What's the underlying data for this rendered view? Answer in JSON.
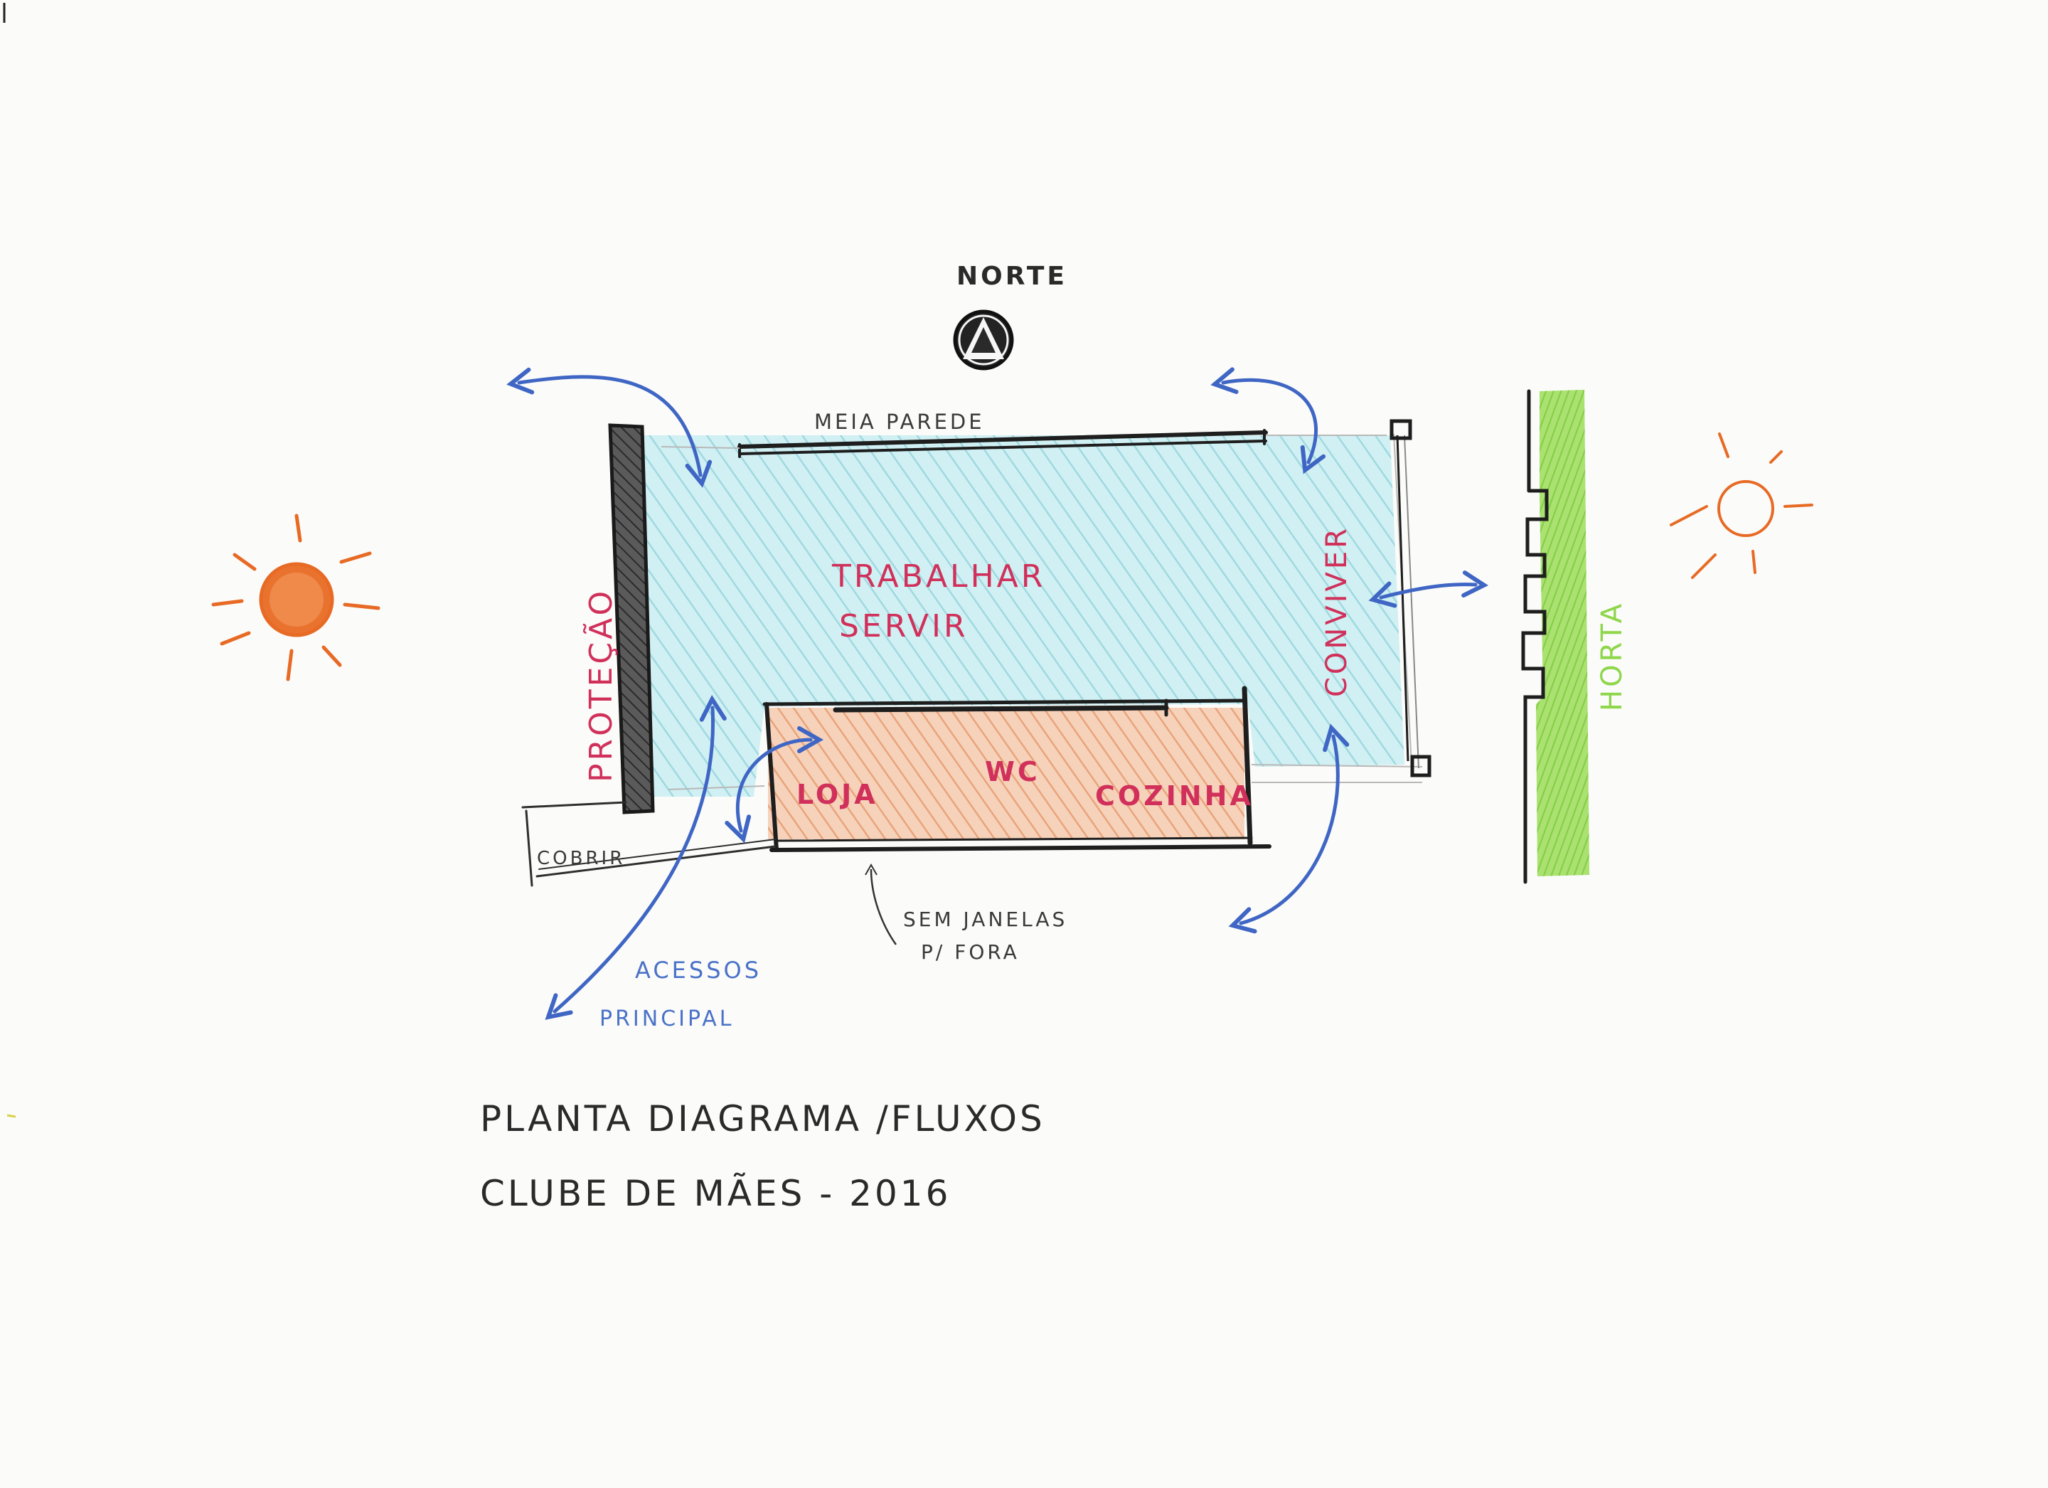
{
  "labels": {
    "north": "NORTE",
    "half_wall": "MEIA PAREDE",
    "work_serve_line1": "TRABALHAR",
    "work_serve_line2": "SERVIR",
    "protection": "PROTEÇÃO",
    "coexist": "CONVIVER",
    "garden": "HORTA",
    "shop": "LOJA",
    "wc": "WC",
    "kitchen": "COZINHA",
    "cover": "COBRIR",
    "no_windows_line1": "SEM JANELAS",
    "no_windows_line2": "P/ FORA",
    "main_access_line1": "ACESSOS",
    "main_access_line2": "PRINCIPAL"
  },
  "caption": {
    "line1": "PLANTA DIAGRAMA /FLUXOS",
    "line2": "CLUBE DE MÃES - 2016"
  },
  "colors": {
    "ink": "#2a2a2a",
    "label_red": "#d0305a",
    "flow_blue": "#4a72c8",
    "sun_orange": "#ea6a24",
    "garden_green": "#8ed64a",
    "work_area_fill": "#bde9ee",
    "service_area_fill": "#f2c4a8"
  },
  "icons": {
    "north_arrow": "north-arrow-icon",
    "sun_west": "sun-icon",
    "sun_east": "sun-outline-icon"
  }
}
